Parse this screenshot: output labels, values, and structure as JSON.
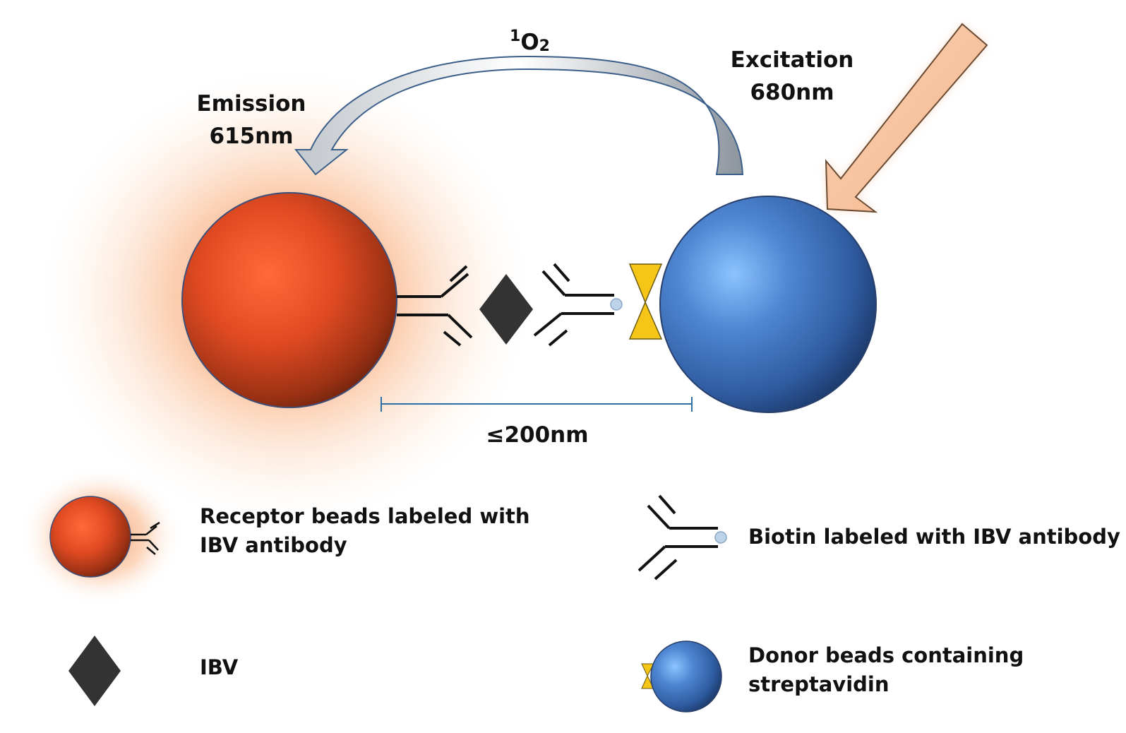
{
  "labels": {
    "singlet_oxygen_sup": "1",
    "singlet_oxygen_main": "O",
    "singlet_oxygen_sub": "2",
    "emission_line1": "Emission",
    "emission_line2": "615nm",
    "excitation_line1": "Excitation",
    "excitation_line2": "680nm",
    "distance": "≤200nm"
  },
  "legend": {
    "receptor_line1": "Receptor beads labeled with",
    "receptor_line2": "IBV antibody",
    "ibv": "IBV",
    "biotin": "Biotin labeled with IBV antibody",
    "donor_line1": "Donor beads containing",
    "donor_line2": "streptavidin"
  },
  "colors": {
    "receptor_bead": "#e2502a",
    "donor_bead": "#3d6fb8",
    "glow": "#f7a46b",
    "excitation_arrow": "#f7bf97",
    "oxygen_arrow": "#a7afb7",
    "streptavidin": "#f5c518",
    "ibv_diamond": "#333333",
    "scale_line": "#2f6fa6"
  }
}
